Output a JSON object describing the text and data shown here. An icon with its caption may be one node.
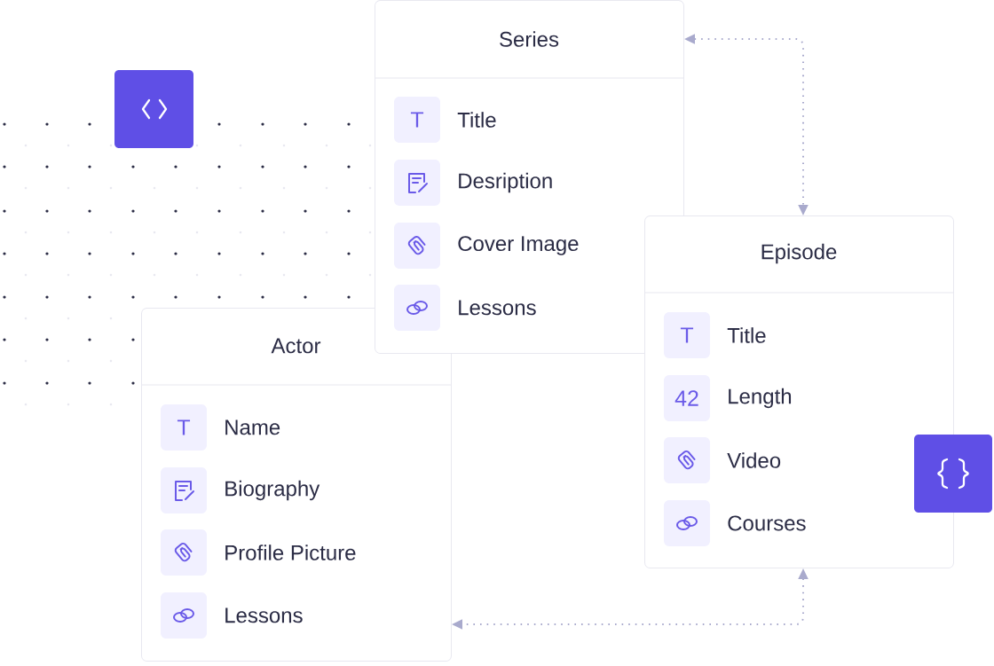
{
  "diagram": {
    "nodes": [
      {
        "text": [
          "Series",
          "Title",
          "Desription",
          "Cover Image",
          "Lessons"
        ]
      },
      {
        "text": [
          "Episode",
          "Title",
          "Length",
          "Video",
          "Courses"
        ]
      },
      {
        "text": [
          "Actor",
          "Name",
          "Biography",
          "Profile Picture",
          "Lessons"
        ]
      }
    ],
    "edges": [
      {
        "from": 0,
        "to": 1,
        "arrow": "both",
        "style": "dashed"
      },
      {
        "from": 1,
        "to": 2,
        "arrow": "both",
        "style": "dashed"
      }
    ],
    "labels": [
      "T",
      "T",
      "42",
      "T"
    ]
  }
}
